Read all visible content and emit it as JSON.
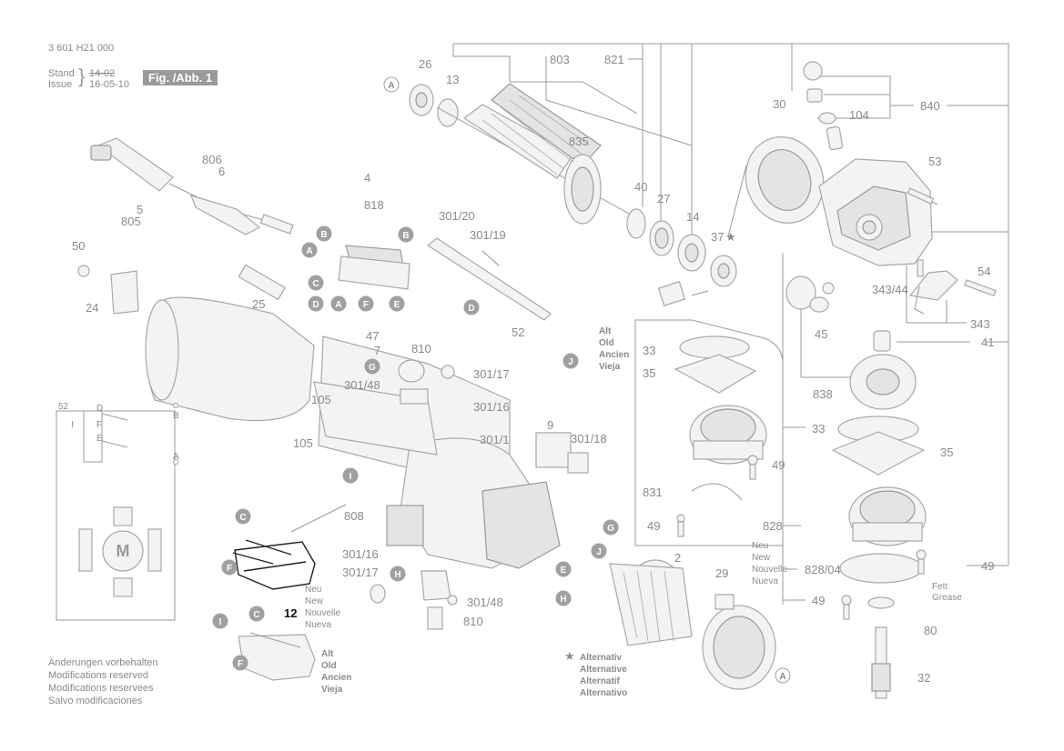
{
  "header": {
    "doc_number": "3 601 H21 000",
    "stand_label": "Stand",
    "issue_label": "Issue",
    "stand_date_old": "14-02",
    "issue_date": "16-05-10",
    "figure_label": "Fig. /Abb. 1"
  },
  "parts": {
    "p26": "26",
    "p13": "13",
    "p803": "803",
    "p821": "821",
    "p835": "835",
    "p806": "806",
    "p6": "6",
    "p5": "5",
    "p805": "805",
    "p4": "4",
    "p818": "818",
    "p301_20": "301/20",
    "p301_19": "301/19",
    "p40": "40",
    "p27": "27",
    "p14": "14",
    "p37": "37",
    "p30": "30",
    "p104": "104",
    "p840": "840",
    "p53": "53",
    "p54": "54",
    "p343_44": "343/44",
    "p343": "343",
    "p45": "45",
    "p41": "41",
    "p50": "50",
    "p24": "24",
    "p25": "25",
    "p47": "47",
    "p7": "7",
    "p810a": "810",
    "p301_17a": "301/17",
    "p301_48a": "301/48",
    "p301_16a": "301/16",
    "p105a": "105",
    "p105b": "105",
    "p52": "52",
    "p9": "9",
    "p301_1": "301/1",
    "p301_18": "301/18",
    "p808": "808",
    "p301_16b": "301/16",
    "p301_17b": "301/17",
    "p301_48b": "301/48",
    "p810b": "810",
    "p12": "12",
    "p2": "2",
    "p29": "29",
    "p33a": "33",
    "p35a": "35",
    "p831": "831",
    "p49a": "49",
    "p49b": "49",
    "p838": "838",
    "p33b": "33",
    "p35b": "35",
    "p828": "828",
    "p828_04": "828/04",
    "p49c": "49",
    "p49d": "49",
    "p80": "80",
    "p32": "32"
  },
  "wiring": {
    "p52": "52",
    "t_d": "D",
    "t_b": "B",
    "t_f": "F",
    "t_i": "I",
    "t_e": "E",
    "t_a": "A",
    "motor": "M"
  },
  "callouts": {
    "A1": "A",
    "B1": "B",
    "A2": "A",
    "B2": "B",
    "C1": "C",
    "D1": "D",
    "A3": "A",
    "F1": "F",
    "E1": "E",
    "D2": "D",
    "J1": "J",
    "G1": "G",
    "I1": "I",
    "C2": "C",
    "F2": "F",
    "H1": "H",
    "G2": "G",
    "J2": "J",
    "E2": "E",
    "H2": "H",
    "C3": "C",
    "I2": "I",
    "F3": "F",
    "A4": "A"
  },
  "labels": {
    "alt_old_1": [
      "Alt",
      "Old",
      "Ancien",
      "Vieja"
    ],
    "alt_old_2": [
      "Alt",
      "Old",
      "Ancien",
      "Vieja"
    ],
    "neu_new_1": [
      "Neu",
      "New",
      "Nouvelle",
      "Nueva"
    ],
    "neu_new_2": [
      "Neu",
      "New",
      "Nouvelle",
      "Nueva"
    ],
    "alternativ": [
      "Alternativ",
      "Alternative",
      "Alternatif",
      "Alternativo"
    ],
    "fett": "Fett",
    "grease": "Grease"
  },
  "footer": {
    "lines": [
      "Änderungen vorbehalten",
      "Modifications reserved",
      "Modifications reservees",
      "Salvo modificaciones"
    ]
  }
}
